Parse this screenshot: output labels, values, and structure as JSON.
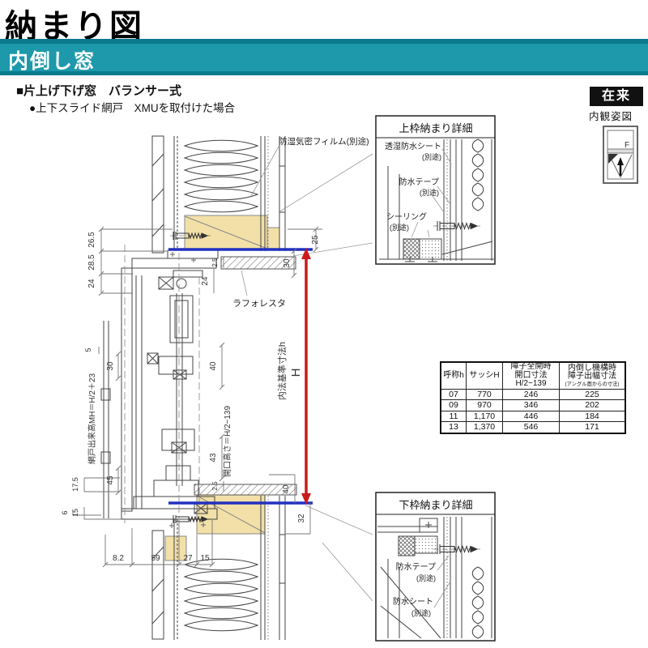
{
  "header": {
    "title": "納まり図"
  },
  "band": {
    "label": "内倒し窓"
  },
  "subtitles": {
    "line1": "■片上げ下げ窓　バランサー式",
    "line2": "●上下スライド網戸　XMUを取付けた場合"
  },
  "corner": {
    "badge": "在来",
    "caption": "内観姿図",
    "icon_letter": "F"
  },
  "main": {
    "film_label": "防湿気密フィルム(別途)",
    "laforesta_label": "ラフォレスタ",
    "screen_label": "網戸出来高MH＝H/2＋23",
    "opening_label": "開口高さ＝H/2−139",
    "inner_label": "内法基準寸法h",
    "h_label": "H",
    "dims_left": [
      "26.5",
      "28.5",
      "24",
      "5",
      "30",
      "45",
      "17.5",
      "15",
      "6"
    ],
    "dims_right": [
      "25",
      "30",
      "2.5",
      "24",
      "40",
      "43",
      "2.5",
      "40",
      "32"
    ],
    "dims_bottom": [
      "8.2",
      "59",
      "27",
      "15"
    ]
  },
  "detail_top": {
    "title": "上枠納まり詳細",
    "l1": "透湿防水シート",
    "l1b": "(別途)",
    "l2": "防水テープ",
    "l2b": "(別途)",
    "l3": "シーリング",
    "l3b": "(別途)"
  },
  "detail_bottom": {
    "title": "下枠納まり詳細",
    "l1": "防水テープ",
    "l1b": "(別途)",
    "l2": "防水シート",
    "l2b": "(別途)"
  },
  "table": {
    "h1": "呼称h",
    "h2": "サッシH",
    "h3": [
      "障子全開時",
      "開口寸法",
      "H/2−139"
    ],
    "h4": [
      "内倒し機構時",
      "障子出幅寸法",
      "(アングル面からの寸法)"
    ],
    "rows": [
      [
        "07",
        "770",
        "246",
        "225"
      ],
      [
        "09",
        "970",
        "346",
        "202"
      ],
      [
        "11",
        "1,170",
        "446",
        "184"
      ],
      [
        "13",
        "1,370",
        "546",
        "171"
      ]
    ]
  },
  "colors": {
    "teal": "#1d99ab",
    "teal_dark": "#0b7a8d",
    "accent_red": "#cc1a1a",
    "accent_blue": "#2230c0",
    "wood_tan": "#f2e0a8"
  }
}
